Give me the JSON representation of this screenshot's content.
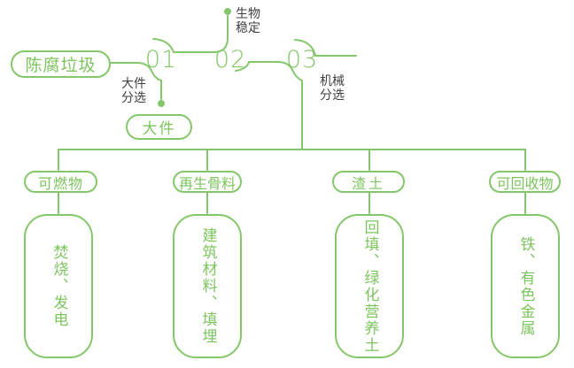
{
  "colors": {
    "accent": "#84c76a",
    "accent-text": "#7cc45e",
    "label": "#3f3f3f",
    "bg": "#ffffff"
  },
  "flow": {
    "source_label": "陈腐垃圾",
    "stages": [
      {
        "number": "01",
        "label": "大件\n分选",
        "branch_output": "大件"
      },
      {
        "number": "02",
        "label": "生物\n稳定"
      },
      {
        "number": "03",
        "label": "机械\n分选"
      }
    ]
  },
  "outputs": [
    {
      "category": "可燃物",
      "uses": "焚烧、发电"
    },
    {
      "category": "再生骨料",
      "uses": "建筑材料、填埋"
    },
    {
      "category": "渣土",
      "uses": "回填、绿化营养土"
    },
    {
      "category": "可回收物",
      "uses": "铁、有色金属"
    }
  ]
}
